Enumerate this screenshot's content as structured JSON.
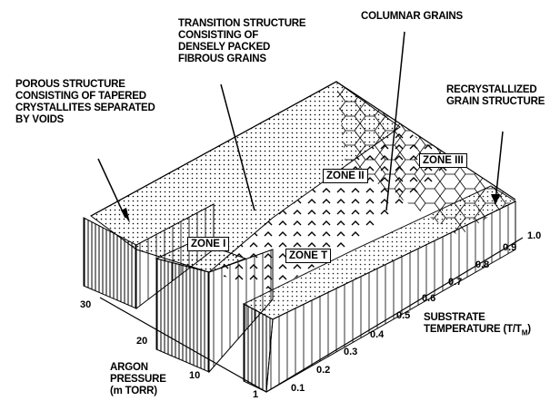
{
  "annotations": {
    "transition": [
      "TRANSITION STRUCTURE",
      "CONSISTING OF",
      "DENSELY PACKED",
      "FIBROUS GRAINS"
    ],
    "columnar": "COLUMNAR GRAINS",
    "porous": [
      "POROUS STRUCTURE",
      "CONSISTING OF TAPERED",
      "CRYSTALLITES SEPARATED",
      "BY VOIDS"
    ],
    "recrystallized": [
      "RECRYSTALLIZED",
      "GRAIN STRUCTURE"
    ]
  },
  "zones": {
    "zone1": "ZONE I",
    "zoneT": "ZONE T",
    "zone2": "ZONE II",
    "zone3": "ZONE III"
  },
  "pressure_axis": {
    "label": [
      "ARGON",
      "PRESSURE",
      "(m TORR)"
    ],
    "ticks": [
      "30",
      "20",
      "10",
      "1"
    ]
  },
  "temperature_axis": {
    "label": [
      "SUBSTRATE",
      "TEMPERATURE (T/T",
      "M",
      ")"
    ],
    "ticks": [
      "0.1",
      "0.2",
      "0.3",
      "0.4",
      "0.5",
      "0.6",
      "0.7",
      "0.8",
      "0.9",
      "1.0"
    ]
  }
}
